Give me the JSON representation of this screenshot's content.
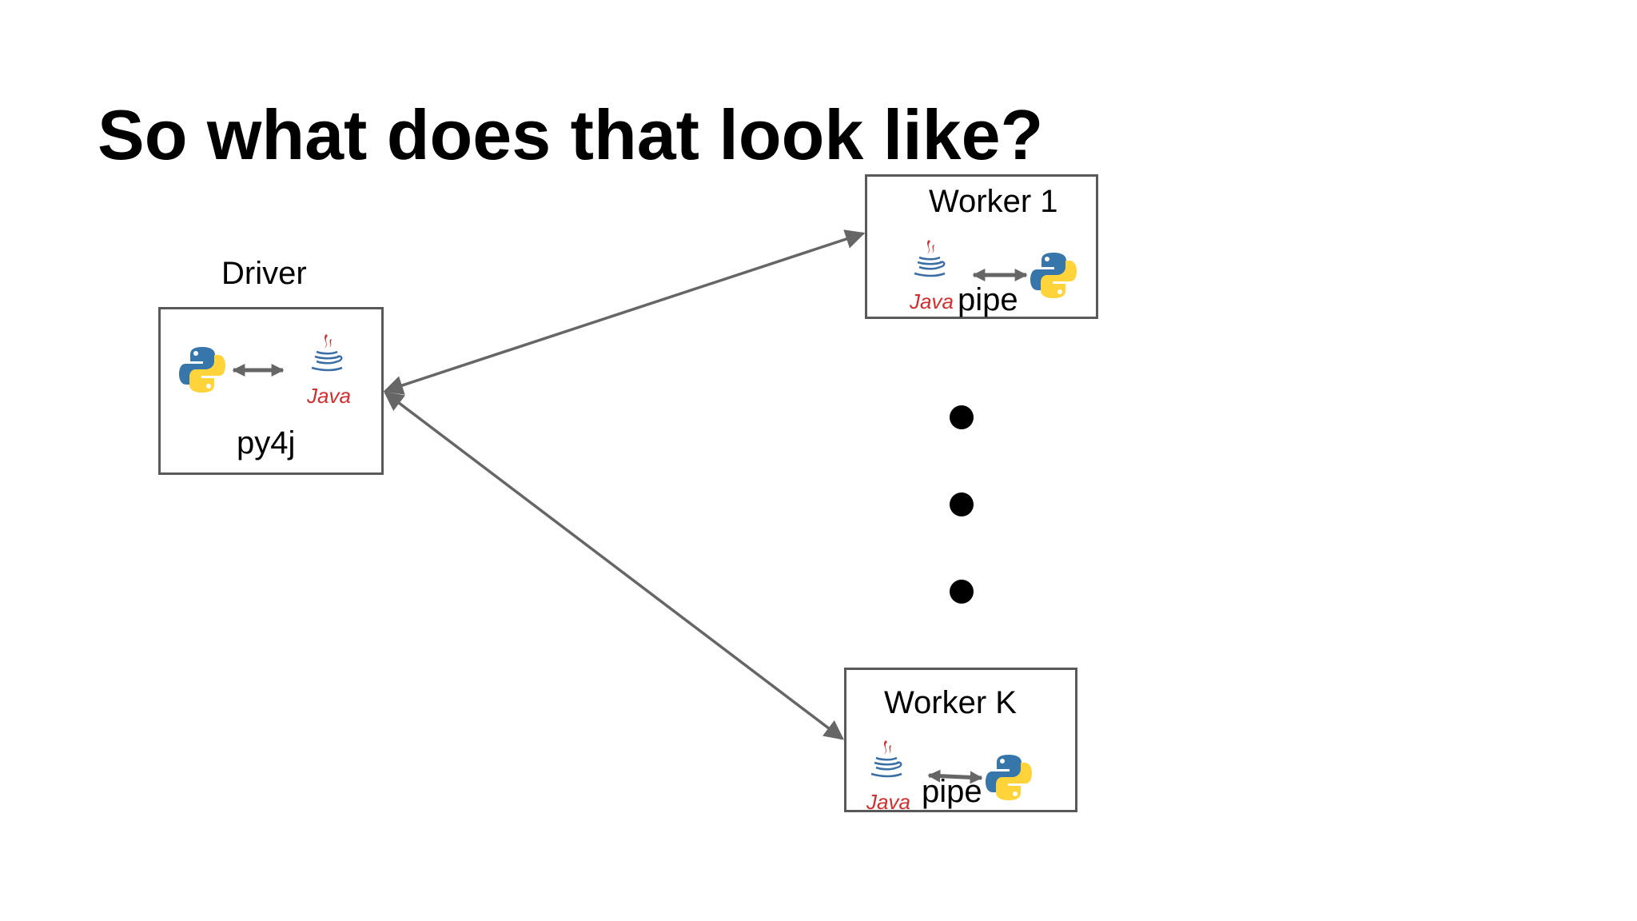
{
  "slide": {
    "title": "So what does that look like?"
  },
  "driver": {
    "label": "Driver",
    "bridge_label": "py4j",
    "icons": [
      "python-logo-icon",
      "java-logo-icon"
    ]
  },
  "workers": [
    {
      "label": "Worker 1",
      "bridge_label": "pipe",
      "icons": [
        "java-logo-icon",
        "python-logo-icon"
      ]
    },
    {
      "label": "Worker K",
      "bridge_label": "pipe",
      "icons": [
        "java-logo-icon",
        "python-logo-icon"
      ]
    }
  ],
  "logos": {
    "java_text": "Java"
  },
  "ellipsis": {
    "count": 3
  },
  "colors": {
    "arrow": "#666666",
    "box_border": "#595959",
    "java_red": "#d32f2f",
    "java_blue": "#3b6ea5",
    "python_blue": "#3776ab",
    "python_yellow": "#ffd43b"
  }
}
